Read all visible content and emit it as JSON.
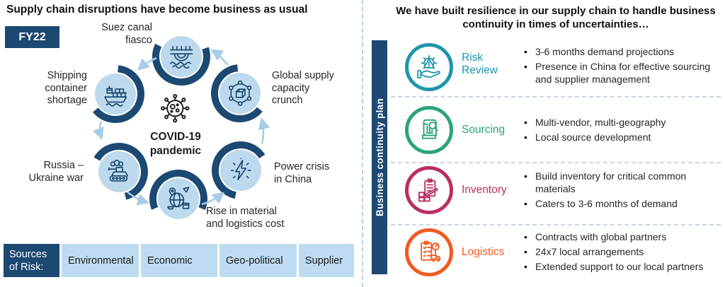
{
  "left_panel": {
    "title": "Supply chain disruptions have become business as usual",
    "badge": "FY22",
    "center_label": "COVID-19\npandemic",
    "nodes": {
      "suez": "Suez canal\nfiasco",
      "shipping": "Shipping\ncontainer\nshortage",
      "global": "Global supply\ncapacity\ncrunch",
      "russia": "Russia –\nUkraine war",
      "power": "Power crisis\nin China",
      "rise": "Rise in material\nand logistics cost"
    },
    "sources": {
      "label": "Sources\nof Risk:",
      "items": [
        "Environmental",
        "Economic",
        "Geo-political",
        "Supplier"
      ]
    }
  },
  "right_panel": {
    "title": "We have built resilience in our supply chain to handle business\ncontinuity in times of uncertainties…",
    "sidebar_label": "Business continuity plan",
    "rows": [
      {
        "label": "Risk\nReview",
        "color": "#1e95ab",
        "icon": "risk-review-icon",
        "bullets": [
          "3-6 months demand projections",
          "Presence in China for effective sourcing and supplier management"
        ]
      },
      {
        "label": "Sourcing",
        "color": "#2ba377",
        "icon": "sourcing-icon",
        "bullets": [
          "Multi-vendor, multi-geography",
          "Local source development"
        ]
      },
      {
        "label": "Inventory",
        "color": "#bb2e62",
        "icon": "inventory-icon",
        "bullets": [
          "Build inventory for critical common materials",
          "Caters to 3-6 months of demand"
        ]
      },
      {
        "label": "Logistics",
        "color": "#f3591f",
        "icon": "logistics-icon",
        "bullets": [
          "Contracts with global partners",
          "24x7 local arrangements",
          "Extended support to our local partners"
        ]
      }
    ]
  },
  "colors": {
    "navy": "#1b4971",
    "node_fill": "#bdd9ee",
    "arrow_blue": "#a6cce8",
    "source_box_blue": "#bedcf1",
    "risk_review": "#1e95ab",
    "sourcing": "#2ba377",
    "inventory": "#bb2e62",
    "logistics": "#f3591f"
  }
}
